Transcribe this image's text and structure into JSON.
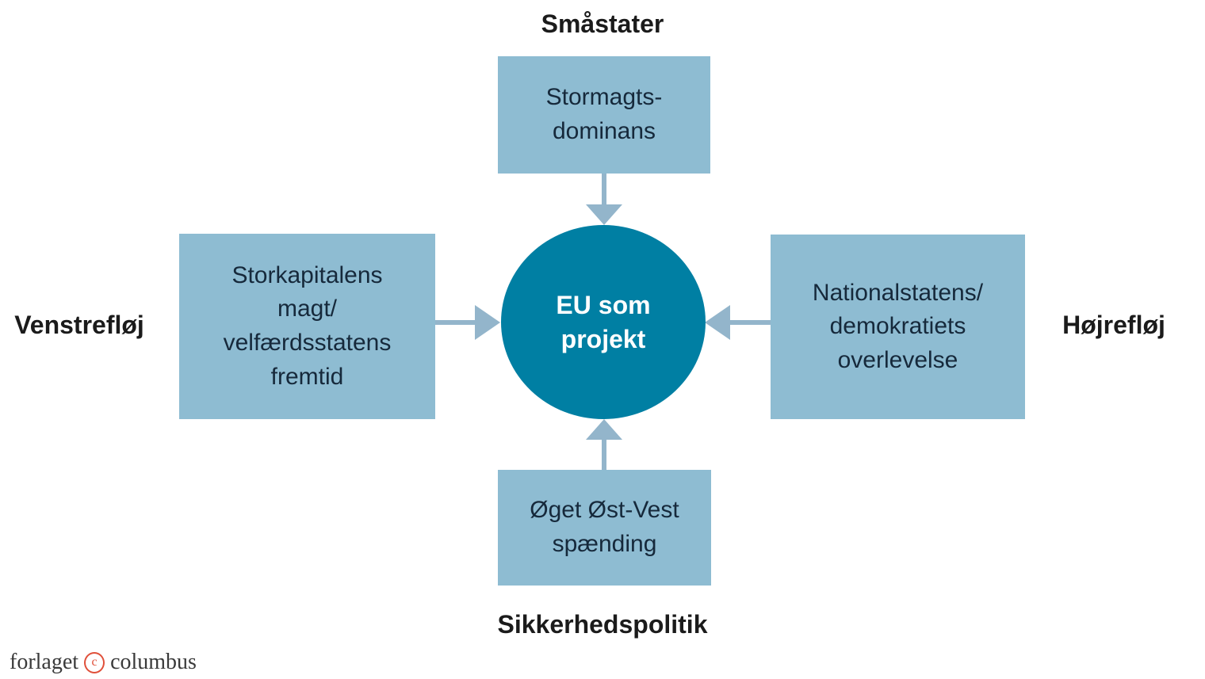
{
  "diagram": {
    "center": {
      "text": "EU som\nprojekt"
    },
    "nodes": {
      "top": {
        "axis_label": "Småstater",
        "box_text": "Stormagts-\ndominans"
      },
      "left": {
        "axis_label": "Venstrefløj",
        "box_text": "Storkapitalens\nmagt/\nvelfærdsstatens\nfremtid"
      },
      "right": {
        "axis_label": "Højrefløj",
        "box_text": "Nationalstatens/\ndemokratiets\noverlevelse"
      },
      "bottom": {
        "axis_label": "Sikkerhedspolitik",
        "box_text": "Øget Øst-Vest\nspænding"
      }
    },
    "arrows": [
      {
        "name": "arrow-top",
        "direction": "down"
      },
      {
        "name": "arrow-left",
        "direction": "right"
      },
      {
        "name": "arrow-right",
        "direction": "left"
      },
      {
        "name": "arrow-bottom",
        "direction": "up"
      }
    ],
    "colors": {
      "box_fill": "#8ebcd2",
      "circle_fill": "#007fa3",
      "arrow": "#93b5cb",
      "box_text": "#16293b",
      "label_text": "#1b1b1b"
    }
  },
  "footer": {
    "logo_prefix": "forlaget",
    "logo_suffix": "columbus",
    "copyright_glyph": "c",
    "accent_color": "#e0503a",
    "text_color": "#3a3a3a"
  }
}
